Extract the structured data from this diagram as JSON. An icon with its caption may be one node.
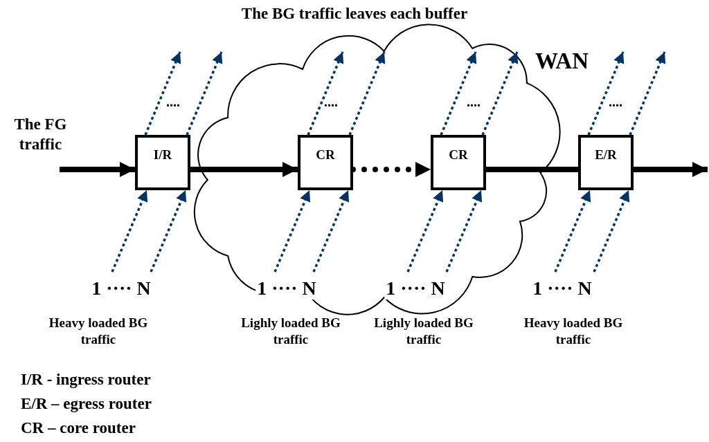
{
  "diagram": {
    "title": "The BG traffic leaves each buffer",
    "nodes": [
      {
        "text": [
          "The FG traffic"
        ]
      },
      {
        "text": [
          "WAN"
        ]
      },
      {
        "text": [
          "I/R"
        ]
      },
      {
        "text": [
          "CR"
        ],
        "in": 1
      },
      {
        "text": [
          "CR"
        ],
        "in": 1
      },
      {
        "text": [
          "E/R"
        ]
      }
    ],
    "edges": [
      {
        "from": 0,
        "to": 2,
        "arrow": "to",
        "style": "thick",
        "color": "#000000"
      },
      {
        "from": 2,
        "to": 3,
        "arrow": "to",
        "style": "thick",
        "color": "#000000"
      },
      {
        "from": 3,
        "to": 4,
        "arrow": "to",
        "style": "dashed",
        "color": "#000000"
      },
      {
        "from": 4,
        "to": 5,
        "arrow": "none",
        "style": "thick",
        "color": "#000000"
      },
      {
        "from": 5,
        "to": null,
        "arrow": "to",
        "style": "thick",
        "color": "#000000"
      },
      {
        "from": null,
        "to": 2,
        "arrow": "to",
        "style": "dashed"
      },
      {
        "from": null,
        "to": 2,
        "arrow": "to",
        "style": "dashed"
      },
      {
        "from": 2,
        "to": null,
        "arrow": "to",
        "style": "dashed"
      },
      {
        "from": 2,
        "to": null,
        "arrow": "to",
        "style": "dashed"
      },
      {
        "from": null,
        "to": 3,
        "arrow": "to",
        "style": "dashed"
      },
      {
        "from": null,
        "to": 3,
        "arrow": "to",
        "style": "dashed"
      },
      {
        "from": 3,
        "to": null,
        "arrow": "to",
        "style": "dashed"
      },
      {
        "from": 3,
        "to": null,
        "arrow": "to",
        "style": "dashed"
      },
      {
        "from": null,
        "to": 4,
        "arrow": "to",
        "style": "dashed"
      },
      {
        "from": null,
        "to": 4,
        "arrow": "to",
        "style": "dashed"
      },
      {
        "from": 4,
        "to": null,
        "arrow": "to",
        "style": "dashed"
      },
      {
        "from": 4,
        "to": null,
        "arrow": "to",
        "style": "dashed"
      },
      {
        "from": null,
        "to": 5,
        "arrow": "to",
        "style": "dashed"
      },
      {
        "from": null,
        "to": 5,
        "arrow": "to",
        "style": "dashed"
      },
      {
        "from": 5,
        "to": null,
        "arrow": "to",
        "style": "dashed"
      },
      {
        "from": 5,
        "to": null,
        "arrow": "to",
        "style": "dashed"
      }
    ],
    "labels": [
      "....",
      "....",
      "....",
      "....",
      "1 ···· N",
      "1 ···· N",
      "1 ···· N",
      "1 ···· N",
      "Heavy loaded BG traffic",
      "Lighly loaded BG traffic",
      "Lighly loaded BG traffic",
      "Heavy loaded BG traffic",
      "I/R - ingress router",
      "E/R – egress router",
      "CR – core router"
    ]
  }
}
